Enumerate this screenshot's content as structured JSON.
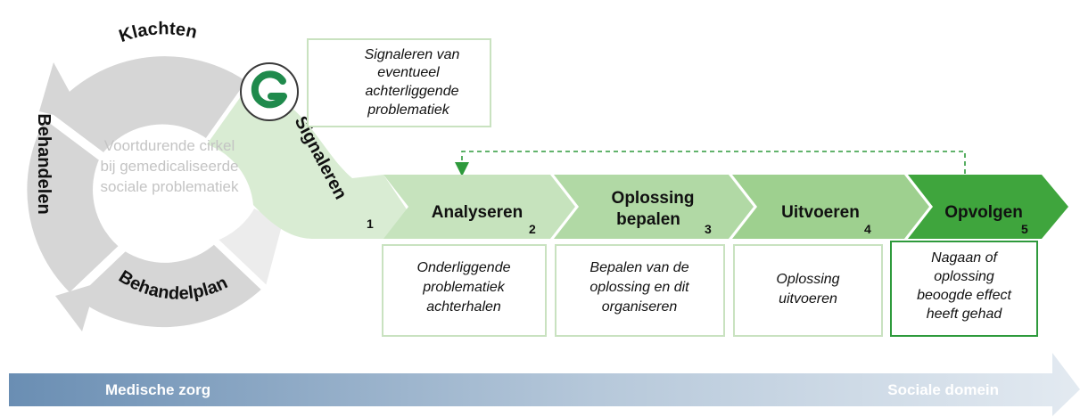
{
  "cycle": {
    "labels": [
      "Klachten",
      "Behandelen",
      "Behandelplan"
    ],
    "center_text": [
      "Voortdurende cirkel",
      "bij gemedicaliseerde",
      "sociale problematiek"
    ]
  },
  "signal": {
    "label": "Signaleren",
    "number": "1",
    "box_text": [
      "Signaleren van",
      "eventueel",
      "achterliggende",
      "problematiek"
    ]
  },
  "steps": [
    {
      "title": [
        "Analyseren"
      ],
      "number": "2",
      "description": [
        "Onderliggende",
        "problematiek",
        "achterhalen"
      ]
    },
    {
      "title": [
        "Oplossing",
        "bepalen"
      ],
      "number": "3",
      "description": [
        "Bepalen van de",
        "oplossing en dit",
        "organiseren"
      ]
    },
    {
      "title": [
        "Uitvoeren"
      ],
      "number": "4",
      "description": [
        "Oplossing",
        "uitvoeren"
      ]
    },
    {
      "title": [
        "Opvolgen"
      ],
      "number": "5",
      "description": [
        "Nagaan of",
        "oplossing",
        "beoogde effect",
        "heeft gehad"
      ]
    }
  ],
  "band": {
    "left": "Medische zorg",
    "right": "Sociale domein"
  },
  "colors": {
    "cycle_gray": "#d6d6d6",
    "signal_green": "#d9ecd3",
    "step_colors": [
      "#c6e3bd",
      "#b1d9a5",
      "#9ed08f",
      "#3fa53d"
    ],
    "box_border": "#c9e2c0",
    "accent_green": "#2e9a3c",
    "band_start": "#6a8eb3",
    "band_end": "#e3eaf1"
  }
}
